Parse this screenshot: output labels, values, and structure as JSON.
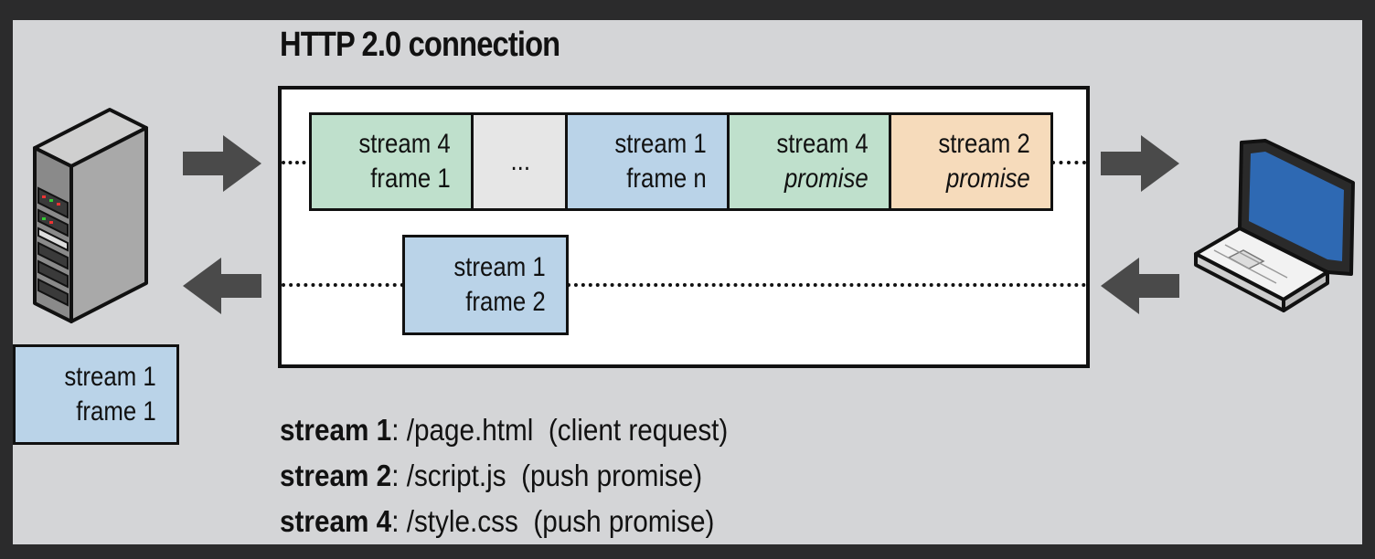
{
  "title": "HTTP 2.0 connection",
  "outbound_frames": [
    {
      "line1": "stream 4",
      "line2": "frame 1"
    },
    {
      "line1": "..."
    },
    {
      "line1": "stream 1",
      "line2": "frame n"
    },
    {
      "line1": "stream 4",
      "line2": "promise"
    },
    {
      "line1": "stream 2",
      "line2": "promise"
    }
  ],
  "inbound_frame": {
    "line1": "stream 1",
    "line2": "frame 2"
  },
  "server_frame": {
    "line1": "stream 1",
    "line2": "frame 1"
  },
  "legend": [
    {
      "stream": "stream 1",
      "desc": ": /page.html  (client request)"
    },
    {
      "stream": "stream 2",
      "desc": ": /script.js  (push promise)"
    },
    {
      "stream": "stream 4",
      "desc": ": /style.css  (push promise)"
    }
  ],
  "colors": {
    "stream4": "#bfe0cc",
    "stream1": "#bad3e8",
    "stream2": "#f6dbbb",
    "ellipsis": "#e6e6e6",
    "arrow": "#4a4a4a"
  },
  "icons": [
    "server-icon",
    "laptop-icon"
  ]
}
